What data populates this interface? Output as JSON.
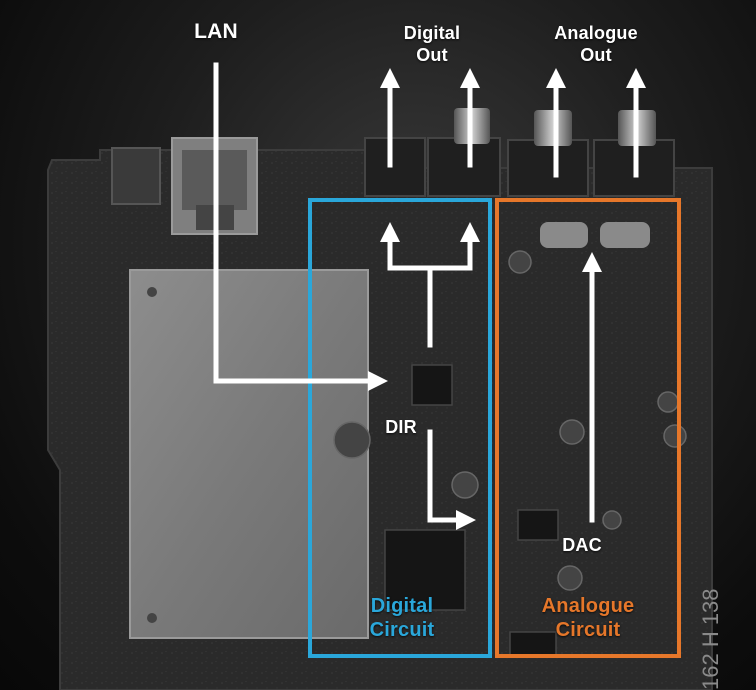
{
  "labels": {
    "lan": "LAN",
    "digital_out": "Digital\nOut",
    "analogue_out": "Analogue\nOut",
    "dir": "DIR",
    "dac": "DAC",
    "digital_circuit": "Digital\nCircuit",
    "analogue_circuit": "Analogue\nCircuit",
    "board_print": "162 H 138"
  },
  "colors": {
    "digital_circuit": "#2aa7da",
    "analogue_circuit": "#e6772a",
    "arrows": "#ffffff"
  }
}
